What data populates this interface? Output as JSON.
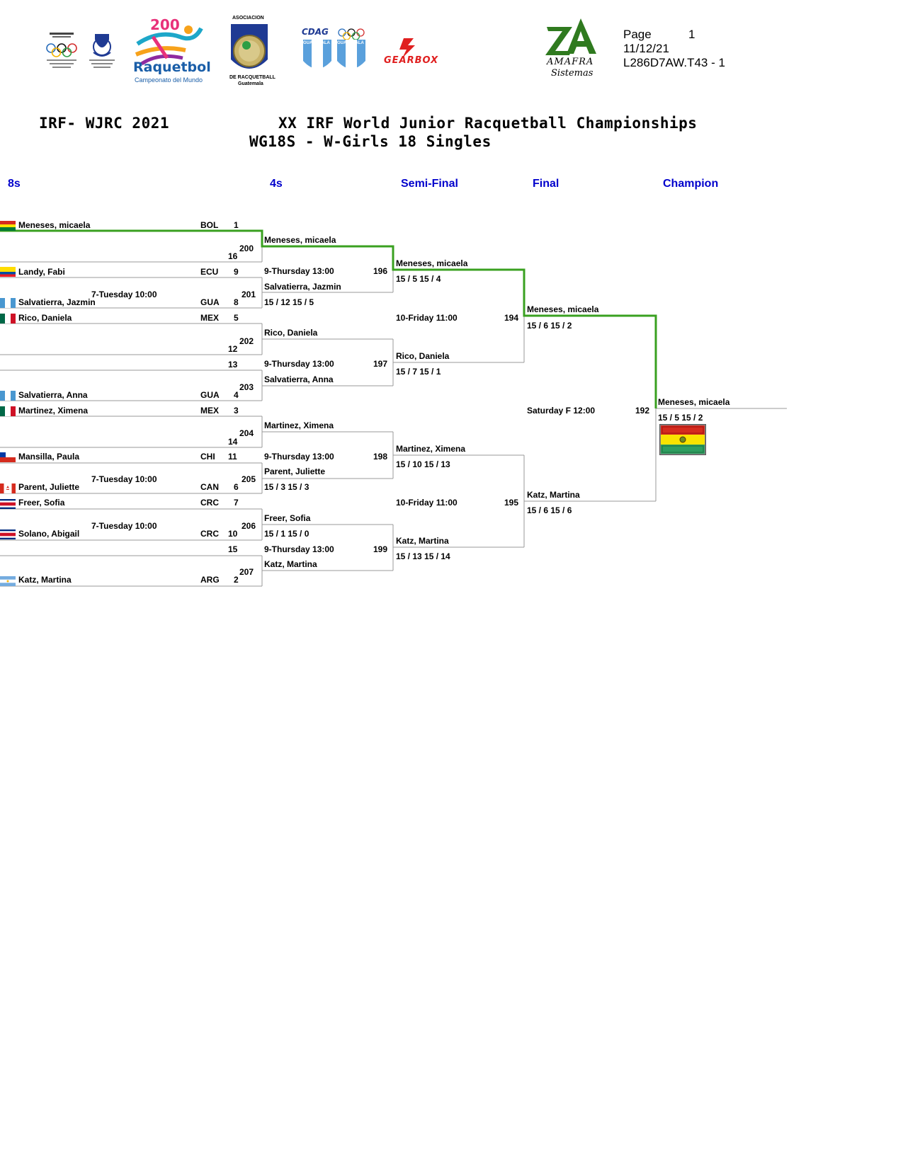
{
  "header": {
    "page_label": "Page",
    "page_number": "1",
    "date": "11/12/21",
    "code": "L286D7AW.T43 -  1",
    "tournament_short": "IRF- WJRC 2021",
    "tournament_full": "XX IRF World Junior Racquetball Championships",
    "division": "WG18S - W-Girls 18 Singles"
  },
  "logos": {
    "raquetbol": "Raquetbol",
    "raquetbol_sub": "Campeonato del Mundo",
    "anr_top": "ASOCIACION",
    "anr_bottom": "DE RACQUETBALL",
    "anr_city": "Guatemala",
    "cdag": "CDAG",
    "guatemala": "GUATEMALA",
    "gearbox": "GEARBOX",
    "amafra": "AMAFRA",
    "sistemas": "Sistemas"
  },
  "colors": {
    "winner_line": "#3aa020",
    "round_label": "#0000cc",
    "line": "#999999"
  },
  "rounds": [
    "8s",
    "4s",
    "Semi-Final",
    "Final",
    "Champion"
  ],
  "round16": [
    {
      "name": "Meneses, micaela",
      "country": "BOL",
      "seed": "1",
      "flag": "bol"
    },
    {
      "name": "",
      "country": "",
      "seed": "16",
      "flag": ""
    },
    {
      "name": "Landy, Fabi",
      "country": "ECU",
      "seed": "9",
      "flag": "ecu"
    },
    {
      "name": "Salvatierra, Jazmin",
      "country": "GUA",
      "seed": "8",
      "flag": "gua"
    },
    {
      "name": "Rico, Daniela",
      "country": "MEX",
      "seed": "5",
      "flag": "mex"
    },
    {
      "name": "",
      "country": "",
      "seed": "12",
      "flag": ""
    },
    {
      "name": "",
      "country": "",
      "seed": "13",
      "flag": ""
    },
    {
      "name": "Salvatierra, Anna",
      "country": "GUA",
      "seed": "4",
      "flag": "gua"
    },
    {
      "name": "Martinez, Ximena",
      "country": "MEX",
      "seed": "3",
      "flag": "mex"
    },
    {
      "name": "",
      "country": "",
      "seed": "14",
      "flag": ""
    },
    {
      "name": "Mansilla, Paula",
      "country": "CHI",
      "seed": "11",
      "flag": "chi"
    },
    {
      "name": "Parent, Juliette",
      "country": "CAN",
      "seed": "6",
      "flag": "can"
    },
    {
      "name": "Freer, Sofia",
      "country": "CRC",
      "seed": "7",
      "flag": "crc"
    },
    {
      "name": "Solano, Abigail",
      "country": "CRC",
      "seed": "10",
      "flag": "crc"
    },
    {
      "name": "",
      "country": "",
      "seed": "15",
      "flag": ""
    },
    {
      "name": "Katz, Martina",
      "country": "ARG",
      "seed": "2",
      "flag": "arg"
    }
  ],
  "round16_matches": [
    {
      "num": "200",
      "time": ""
    },
    {
      "num": "201",
      "time": "7-Tuesday 10:00"
    },
    {
      "num": "202",
      "time": ""
    },
    {
      "num": "203",
      "time": ""
    },
    {
      "num": "204",
      "time": ""
    },
    {
      "num": "205",
      "time": "7-Tuesday 10:00"
    },
    {
      "num": "206",
      "time": "7-Tuesday 10:00"
    },
    {
      "num": "207",
      "time": ""
    }
  ],
  "round8": [
    {
      "name": "Meneses, micaela",
      "score": ""
    },
    {
      "name": "Salvatierra, Jazmin",
      "score": "15 / 12  15 / 5"
    },
    {
      "name": "Rico, Daniela",
      "score": ""
    },
    {
      "name": "Salvatierra, Anna",
      "score": ""
    },
    {
      "name": "Martinez, Ximena",
      "score": ""
    },
    {
      "name": "Parent, Juliette",
      "score": "15 / 3  15 / 3"
    },
    {
      "name": "Freer, Sofia",
      "score": "15 / 1  15 / 0"
    },
    {
      "name": "Katz, Martina",
      "score": ""
    }
  ],
  "round8_matches": [
    {
      "num": "196",
      "time": "9-Thursday 13:00"
    },
    {
      "num": "197",
      "time": "9-Thursday 13:00"
    },
    {
      "num": "198",
      "time": "9-Thursday 13:00"
    },
    {
      "num": "199",
      "time": "9-Thursday 13:00"
    }
  ],
  "semis": [
    {
      "name": "Meneses, micaela",
      "score": "15 / 5  15 / 4"
    },
    {
      "name": "Rico, Daniela",
      "score": "15 / 7  15 / 1"
    },
    {
      "name": "Martinez, Ximena",
      "score": "15 / 10  15 / 13"
    },
    {
      "name": "Katz, Martina",
      "score": "15 / 13  15 / 14"
    }
  ],
  "semi_matches": [
    {
      "num": "194",
      "time": "10-Friday 11:00"
    },
    {
      "num": "195",
      "time": "10-Friday 11:00"
    }
  ],
  "finals": [
    {
      "name": "Meneses, micaela",
      "score": "15 / 6  15 / 2"
    },
    {
      "name": "Katz, Martina",
      "score": "15 / 6  15 / 6"
    }
  ],
  "final_match": {
    "num": "192",
    "time": "Saturday F 12:00"
  },
  "champion": {
    "name": "Meneses, micaela",
    "score": "15 / 5  15 / 2",
    "flag": "bol"
  }
}
